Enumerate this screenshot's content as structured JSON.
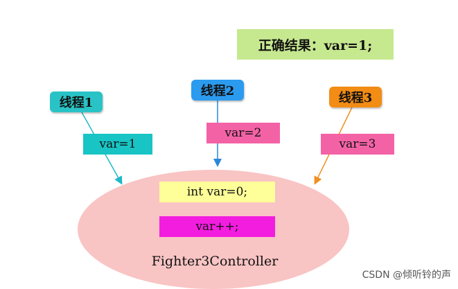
{
  "result_label": "正确结果：var=1;",
  "threads": [
    {
      "label": "线程1",
      "value": "var=1"
    },
    {
      "label": "线程2",
      "value": "var=2"
    },
    {
      "label": "线程3",
      "value": "var=3"
    }
  ],
  "controller": {
    "code_line_1": "int var=0;",
    "code_line_2": "var++;",
    "name": "Fighter3Controller"
  },
  "watermark": "CSDN @倾听铃的声",
  "colors": {
    "result_bg": "#c6e88f",
    "thread1_bg": "#29c3c6",
    "thread2_bg": "#2b9bf0",
    "thread3_bg": "#f28c14",
    "thread1_value_bg": "#18c4c4",
    "thread2_value_bg": "#f462a6",
    "thread3_value_bg": "#f462a6",
    "ellipse_fill": "#f9c4c4",
    "code1_bg": "#ffff99",
    "code2_bg": "#f21ddf"
  }
}
